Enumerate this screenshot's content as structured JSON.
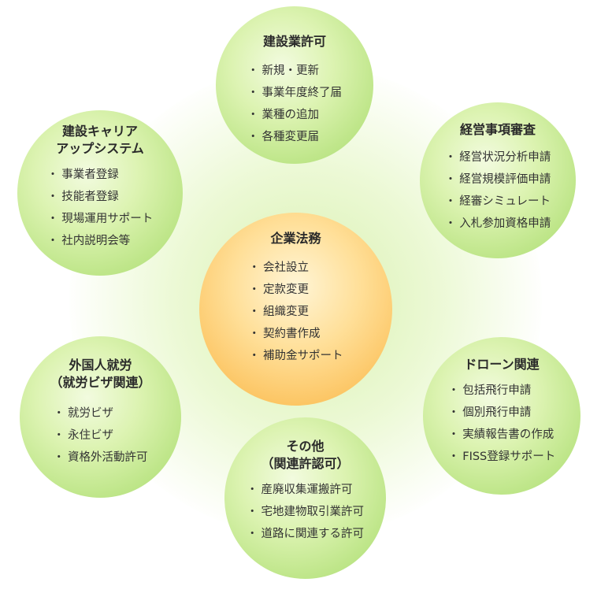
{
  "nodes": {
    "kensetsu": {
      "title": "建設業許可",
      "items": [
        "新規・更新",
        "事業年度終了届",
        "業種の追加",
        "各種変更届"
      ]
    },
    "keishin": {
      "title": "経営事項審査",
      "items": [
        "経営状況分析申請",
        "経営規模評価申請",
        "経審シミュレート",
        "入札参加資格申請"
      ]
    },
    "ccus": {
      "title_line1": "建設キャリア",
      "title_line2": "アップシステム",
      "items": [
        "事業者登録",
        "技能者登録",
        "現場運用サポート",
        "社内説明会等"
      ]
    },
    "kigyo": {
      "title": "企業法務",
      "items": [
        "会社設立",
        "定款変更",
        "組織変更",
        "契約書作成",
        "補助金サポート"
      ]
    },
    "gaikoku": {
      "title_line1": "外国人就労",
      "title_line2": "（就労ビザ関連）",
      "items": [
        "就労ビザ",
        "永住ビザ",
        "資格外活動許可"
      ]
    },
    "drone": {
      "title": "ドローン関連",
      "items": [
        "包括飛行申請",
        "個別飛行申請",
        "実績報告書の作成",
        "FISS登録サポート"
      ]
    },
    "sonota": {
      "title_line1": "その他",
      "title_line2": "（関連許認可）",
      "items": [
        "産廃収集運搬許可",
        "宅地建物取引業許可",
        "道路に関連する許可"
      ]
    }
  },
  "colors": {
    "outer_circle": "#bfe68a",
    "center_circle": "#fcc563",
    "glow": "#e6f7c8",
    "text": "#333333"
  }
}
